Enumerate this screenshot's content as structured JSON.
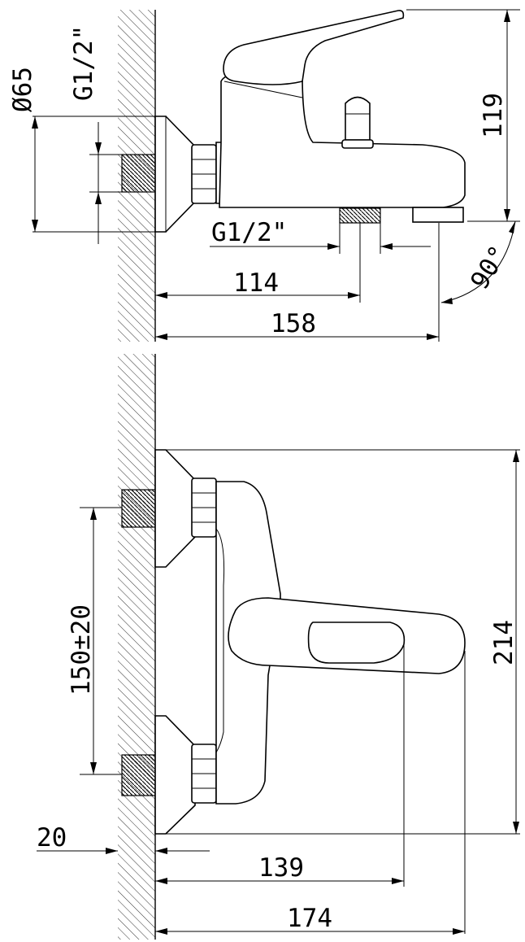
{
  "top_view": {
    "dims": {
      "diameter": "Ø65",
      "thread_wall": "G1/2\"",
      "thread_outlet": "G1/2\"",
      "d114": "114",
      "d158": "158",
      "height": "119",
      "angle": "90°"
    }
  },
  "front_view": {
    "dims": {
      "spacing": "150±20",
      "wall": "20",
      "d139": "139",
      "d174": "174",
      "height": "214"
    }
  }
}
